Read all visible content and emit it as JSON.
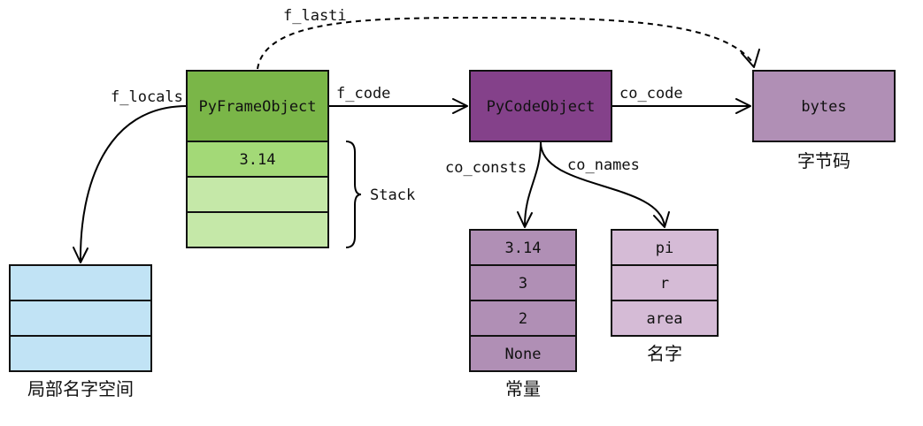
{
  "colors": {
    "frame_header": "#7ab648",
    "frame_top_slot": "#a3d977",
    "frame_empty_slot": "#c5e8a8",
    "locals_cell": "#c1e3f5",
    "code_object": "#84418a",
    "bytes_box": "#b08fb5",
    "consts_cell": "#b08fb5",
    "names_cell": "#d5bbd6"
  },
  "frame": {
    "title": "PyFrameObject",
    "stack_values": [
      "3.14",
      "",
      ""
    ],
    "stack_label": "Stack"
  },
  "code_object": {
    "title": "PyCodeObject"
  },
  "bytes": {
    "title": "bytes",
    "caption": "字节码"
  },
  "consts": {
    "values": [
      "3.14",
      "3",
      "2",
      "None"
    ],
    "caption": "常量"
  },
  "names": {
    "values": [
      "pi",
      "r",
      "area"
    ],
    "caption": "名字"
  },
  "locals": {
    "cells": [
      "",
      "",
      ""
    ],
    "caption": "局部名字空间"
  },
  "edges": {
    "f_lasti": "f_lasti",
    "f_locals": "f_locals",
    "f_code": "f_code",
    "co_code": "co_code",
    "co_consts": "co_consts",
    "co_names": "co_names"
  }
}
